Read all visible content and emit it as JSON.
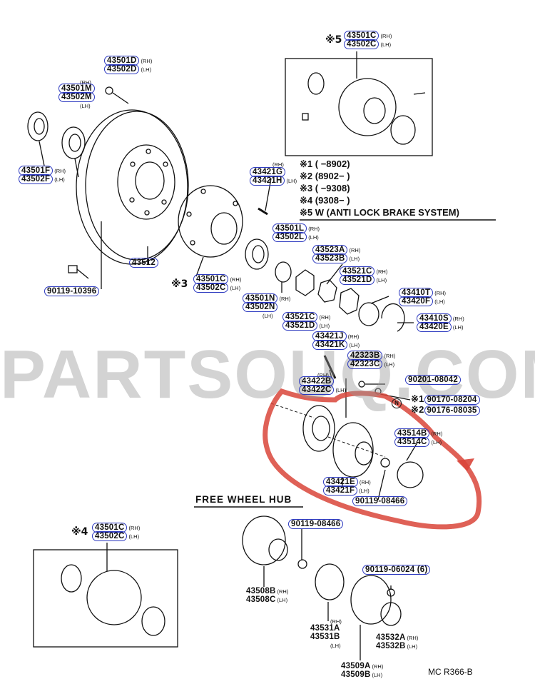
{
  "labels": {
    "ab_top": {
      "rh": "43501C",
      "rh_side": "(RH)",
      "lh": "43502C",
      "lh_side": "(LH)",
      "mark": "※5"
    },
    "d": {
      "rh": "43501D",
      "rh_side": "(RH)",
      "lh": "43502D",
      "lh_side": "(LH)"
    },
    "m": {
      "rh": "43501M",
      "rh_side": "(RH)",
      "lh": "43502M",
      "lh_side": "(LH)"
    },
    "f": {
      "rh": "43501F",
      "rh_side": "(RH)",
      "lh": "43502F",
      "lh_side": "(LH)"
    },
    "g": {
      "rh": "43421G",
      "rh_side": "(RH)",
      "lh": "43421H",
      "lh_side": "(LH)"
    },
    "disc": "43512",
    "bolt1": "90119-10396",
    "hub3": {
      "rh": "43501C",
      "rh_side": "(RH)",
      "lh": "43502C",
      "lh_side": "(LH)",
      "mark": "※3"
    },
    "l": {
      "rh": "43501L",
      "rh_side": "(RH)",
      "lh": "43502L",
      "lh_side": "(LH)"
    },
    "n": {
      "rh": "43501N",
      "rh_side": "(RH)",
      "lh": "43502N",
      "lh_side": "(LH)"
    },
    "a523": {
      "rh": "43523A",
      "rh_side": "(RH)",
      "lh": "43523B",
      "lh_side": "(LH)"
    },
    "c521a": {
      "rh": "43521C",
      "rh_side": "(RH)",
      "lh": "43521D",
      "lh_side": "(LH)"
    },
    "c521b": {
      "rh": "43521C",
      "rh_side": "(RH)",
      "lh": "43521D",
      "lh_side": "(LH)"
    },
    "t410": {
      "rh": "43410T",
      "rh_side": "(RH)",
      "lh": "43420F",
      "lh_side": "(LH)"
    },
    "s410": {
      "rh": "43410S",
      "rh_side": "(RH)",
      "lh": "43420E",
      "lh_side": "(LH)"
    },
    "j421": {
      "rh": "43421J",
      "rh_side": "(RH)",
      "lh": "43421K",
      "lh_side": "(LH)"
    },
    "b323": {
      "rh": "42323B",
      "rh_side": "(RH)",
      "lh": "42323C",
      "lh_side": "(LH)"
    },
    "b422": {
      "rh": "43422B",
      "rh_side": "(RH)",
      "lh": "43422C",
      "lh_side": "(LH)"
    },
    "p0201": "90201-08042",
    "p0170": {
      "mark": "※1",
      "num": "90170-08204"
    },
    "p0176": {
      "mark": "※2",
      "num": "90176-08035"
    },
    "b514": {
      "rh": "43514B",
      "rh_side": "(RH)",
      "lh": "43514C",
      "lh_side": "(LH)"
    },
    "e421": {
      "rh": "43421E",
      "rh_side": "(RH)",
      "lh": "43421F",
      "lh_side": "(LH)"
    },
    "p08466a": "90119-08466",
    "p08466b": "90119-08466",
    "hub4": {
      "rh": "43501C",
      "rh_side": "(RH)",
      "lh": "43502C",
      "lh_side": "(LH)",
      "mark": "※4"
    },
    "p06024": "90119-06024 (6)",
    "b508": {
      "rh": "43508B",
      "rh_side": "(RH)",
      "lh": "43508C",
      "lh_side": "(LH)"
    },
    "a531": {
      "rh": "43531A",
      "rh_side": "(RH)",
      "lh": "43531B",
      "lh_side": "(LH)"
    },
    "a532": {
      "rh": "43532A",
      "rh_side": "(RH)",
      "lh": "43532B",
      "lh_side": "(LH)"
    },
    "a509": {
      "rh": "43509A",
      "rh_side": "(RH)",
      "lh": "43509B",
      "lh_side": "(LH)"
    }
  },
  "notes": {
    "n1_mark": "※1",
    "n1": "(        −8902)",
    "n2_mark": "※2",
    "n2": "(8902−        )",
    "n3_mark": "※3",
    "n3": "(        −9308)",
    "n4_mark": "※4",
    "n4": "(9308−        )",
    "n5_mark": "※5",
    "n5": "W (ANTI LOCK BRAKE SYSTEM)"
  },
  "section_title": "FREE WHEEL HUB",
  "figure_code": "MC  R366-B",
  "watermark": "PARTSOUQ.COM",
  "colors": {
    "highlight_box": "#2d3ac0",
    "annotation_red": "#d9453a",
    "line": "#111111"
  }
}
